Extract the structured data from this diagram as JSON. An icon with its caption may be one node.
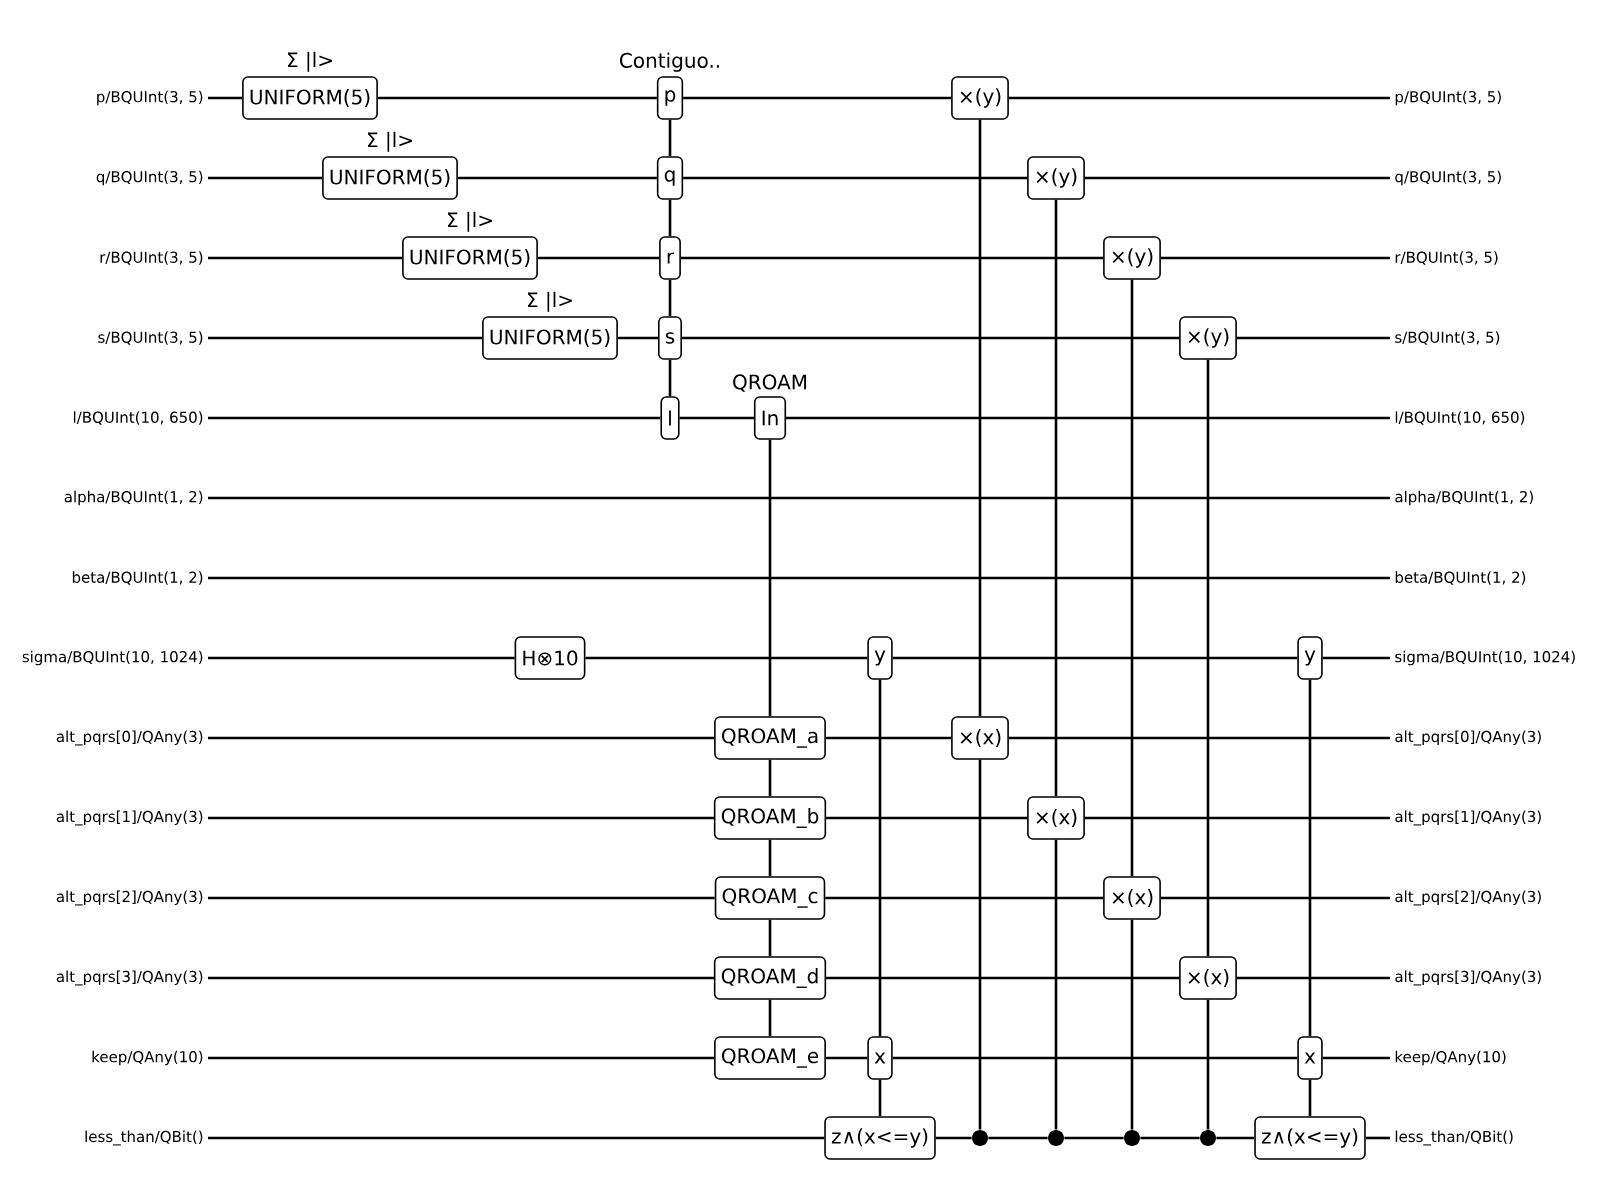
{
  "diagram": {
    "nodes": [
      {
        "text": [
          "p/BQUInt(3, 5)"
        ]
      },
      {
        "text": [
          "q/BQUInt(3, 5)"
        ]
      },
      {
        "text": [
          "r/BQUInt(3, 5)"
        ]
      },
      {
        "text": [
          "s/BQUInt(3, 5)"
        ]
      },
      {
        "text": [
          "l/BQUInt(10, 650)"
        ]
      },
      {
        "text": [
          "alpha/BQUInt(1, 2)"
        ]
      },
      {
        "text": [
          "beta/BQUInt(1, 2)"
        ]
      },
      {
        "text": [
          "sigma/BQUInt(10, 1024)"
        ]
      },
      {
        "text": [
          "alt_pqrs[0]/QAny(3)"
        ]
      },
      {
        "text": [
          "alt_pqrs[1]/QAny(3)"
        ]
      },
      {
        "text": [
          "alt_pqrs[2]/QAny(3)"
        ]
      },
      {
        "text": [
          "alt_pqrs[3]/QAny(3)"
        ]
      },
      {
        "text": [
          "keep/QAny(10)"
        ]
      },
      {
        "text": [
          "less_than/QBit()"
        ]
      },
      {
        "text": [
          "UNIFORM(5)"
        ],
        "beside": [
          "Σ |l>"
        ]
      },
      {
        "text": [
          "UNIFORM(5)"
        ],
        "beside": [
          "Σ |l>"
        ]
      },
      {
        "text": [
          "UNIFORM(5)"
        ],
        "beside": [
          "Σ |l>"
        ]
      },
      {
        "text": [
          "UNIFORM(5)"
        ],
        "beside": [
          "Σ |l>"
        ]
      },
      {
        "text": [
          "H⊗10"
        ]
      },
      {
        "text": [
          "p"
        ],
        "beside": [
          "Contiguo.."
        ]
      },
      {
        "text": [
          "q"
        ]
      },
      {
        "text": [
          "r"
        ]
      },
      {
        "text": [
          "s"
        ]
      },
      {
        "text": [
          "l"
        ]
      },
      {
        "text": [
          "In"
        ],
        "beside": [
          "QROAM"
        ]
      },
      {
        "text": [
          "QROAM_a"
        ]
      },
      {
        "text": [
          "QROAM_b"
        ]
      },
      {
        "text": [
          "QROAM_c"
        ]
      },
      {
        "text": [
          "QROAM_d"
        ]
      },
      {
        "text": [
          "QROAM_e"
        ]
      },
      {
        "text": [
          "y"
        ]
      },
      {
        "text": [
          "x"
        ]
      },
      {
        "text": [
          "z∧(x<=y)"
        ]
      },
      {
        "text": [
          "×(y)"
        ]
      },
      {
        "text": [
          "×(x)"
        ]
      },
      {
        "text": [
          "×(y)"
        ]
      },
      {
        "text": [
          "×(x)"
        ]
      },
      {
        "text": [
          "×(y)"
        ]
      },
      {
        "text": [
          "×(x)"
        ]
      },
      {
        "text": [
          "×(y)"
        ]
      },
      {
        "text": [
          "×(x)"
        ]
      },
      {
        "text": [],
        "shape": "circle"
      },
      {
        "text": [],
        "shape": "circle"
      },
      {
        "text": [],
        "shape": "circle"
      },
      {
        "text": [],
        "shape": "circle"
      },
      {
        "text": [
          "y"
        ]
      },
      {
        "text": [
          "x"
        ]
      },
      {
        "text": [
          "z∧(x<=y)"
        ]
      },
      {
        "text": [
          "p/BQUInt(3, 5)"
        ]
      },
      {
        "text": [
          "q/BQUInt(3, 5)"
        ]
      },
      {
        "text": [
          "r/BQUInt(3, 5)"
        ]
      },
      {
        "text": [
          "s/BQUInt(3, 5)"
        ]
      },
      {
        "text": [
          "l/BQUInt(10, 650)"
        ]
      },
      {
        "text": [
          "alpha/BQUInt(1, 2)"
        ]
      },
      {
        "text": [
          "beta/BQUInt(1, 2)"
        ]
      },
      {
        "text": [
          "sigma/BQUInt(10, 1024)"
        ]
      },
      {
        "text": [
          "alt_pqrs[0]/QAny(3)"
        ]
      },
      {
        "text": [
          "alt_pqrs[1]/QAny(3)"
        ]
      },
      {
        "text": [
          "alt_pqrs[2]/QAny(3)"
        ]
      },
      {
        "text": [
          "alt_pqrs[3]/QAny(3)"
        ]
      },
      {
        "text": [
          "keep/QAny(10)"
        ]
      },
      {
        "text": [
          "less_than/QBit()"
        ]
      }
    ],
    "edges": [
      {
        "from": 0,
        "to": 14,
        "arrow": "none"
      },
      {
        "from": 14,
        "to": 19,
        "arrow": "none"
      },
      {
        "from": 19,
        "to": 33,
        "arrow": "none"
      },
      {
        "from": 33,
        "to": 48,
        "arrow": "none"
      },
      {
        "from": 1,
        "to": 15,
        "arrow": "none"
      },
      {
        "from": 15,
        "to": 20,
        "arrow": "none"
      },
      {
        "from": 20,
        "to": 35,
        "arrow": "none"
      },
      {
        "from": 35,
        "to": 49,
        "arrow": "none"
      },
      {
        "from": 2,
        "to": 16,
        "arrow": "none"
      },
      {
        "from": 16,
        "to": 21,
        "arrow": "none"
      },
      {
        "from": 21,
        "to": 37,
        "arrow": "none"
      },
      {
        "from": 37,
        "to": 50,
        "arrow": "none"
      },
      {
        "from": 3,
        "to": 17,
        "arrow": "none"
      },
      {
        "from": 17,
        "to": 22,
        "arrow": "none"
      },
      {
        "from": 22,
        "to": 39,
        "arrow": "none"
      },
      {
        "from": 39,
        "to": 51,
        "arrow": "none"
      },
      {
        "from": 4,
        "to": 23,
        "arrow": "none"
      },
      {
        "from": 23,
        "to": 24,
        "arrow": "none"
      },
      {
        "from": 24,
        "to": 52,
        "arrow": "none"
      },
      {
        "from": 5,
        "to": 53,
        "arrow": "none"
      },
      {
        "from": 6,
        "to": 54,
        "arrow": "none"
      },
      {
        "from": 7,
        "to": 18,
        "arrow": "none"
      },
      {
        "from": 18,
        "to": 30,
        "arrow": "none"
      },
      {
        "from": 30,
        "to": 45,
        "arrow": "none"
      },
      {
        "from": 45,
        "to": 55,
        "arrow": "none"
      },
      {
        "from": 8,
        "to": 25,
        "arrow": "none"
      },
      {
        "from": 25,
        "to": 34,
        "arrow": "none"
      },
      {
        "from": 34,
        "to": 56,
        "arrow": "none"
      },
      {
        "from": 9,
        "to": 26,
        "arrow": "none"
      },
      {
        "from": 26,
        "to": 36,
        "arrow": "none"
      },
      {
        "from": 36,
        "to": 57,
        "arrow": "none"
      },
      {
        "from": 10,
        "to": 27,
        "arrow": "none"
      },
      {
        "from": 27,
        "to": 38,
        "arrow": "none"
      },
      {
        "from": 38,
        "to": 58,
        "arrow": "none"
      },
      {
        "from": 11,
        "to": 28,
        "arrow": "none"
      },
      {
        "from": 28,
        "to": 40,
        "arrow": "none"
      },
      {
        "from": 40,
        "to": 59,
        "arrow": "none"
      },
      {
        "from": 12,
        "to": 29,
        "arrow": "none"
      },
      {
        "from": 29,
        "to": 31,
        "arrow": "none"
      },
      {
        "from": 31,
        "to": 46,
        "arrow": "none"
      },
      {
        "from": 46,
        "to": 60,
        "arrow": "none"
      },
      {
        "from": 13,
        "to": 32,
        "arrow": "none"
      },
      {
        "from": 32,
        "to": 41,
        "arrow": "none"
      },
      {
        "from": 41,
        "to": 42,
        "arrow": "none"
      },
      {
        "from": 42,
        "to": 43,
        "arrow": "none"
      },
      {
        "from": 43,
        "to": 44,
        "arrow": "none"
      },
      {
        "from": 44,
        "to": 47,
        "arrow": "none"
      },
      {
        "from": 47,
        "to": 61,
        "arrow": "none"
      },
      {
        "from": 19,
        "to": 20,
        "arrow": "none"
      },
      {
        "from": 20,
        "to": 21,
        "arrow": "none"
      },
      {
        "from": 21,
        "to": 22,
        "arrow": "none"
      },
      {
        "from": 22,
        "to": 23,
        "arrow": "none"
      },
      {
        "from": 24,
        "to": 25,
        "arrow": "none"
      },
      {
        "from": 25,
        "to": 26,
        "arrow": "none"
      },
      {
        "from": 26,
        "to": 27,
        "arrow": "none"
      },
      {
        "from": 27,
        "to": 28,
        "arrow": "none"
      },
      {
        "from": 28,
        "to": 29,
        "arrow": "none"
      },
      {
        "from": 30,
        "to": 31,
        "arrow": "none"
      },
      {
        "from": 31,
        "to": 32,
        "arrow": "none"
      },
      {
        "from": 33,
        "to": 34,
        "arrow": "none"
      },
      {
        "from": 34,
        "to": 41,
        "arrow": "none"
      },
      {
        "from": 35,
        "to": 36,
        "arrow": "none"
      },
      {
        "from": 36,
        "to": 42,
        "arrow": "none"
      },
      {
        "from": 37,
        "to": 38,
        "arrow": "none"
      },
      {
        "from": 38,
        "to": 43,
        "arrow": "none"
      },
      {
        "from": 39,
        "to": 40,
        "arrow": "none"
      },
      {
        "from": 40,
        "to": 44,
        "arrow": "none"
      },
      {
        "from": 45,
        "to": 46,
        "arrow": "none"
      },
      {
        "from": 46,
        "to": 47,
        "arrow": "none"
      }
    ]
  }
}
